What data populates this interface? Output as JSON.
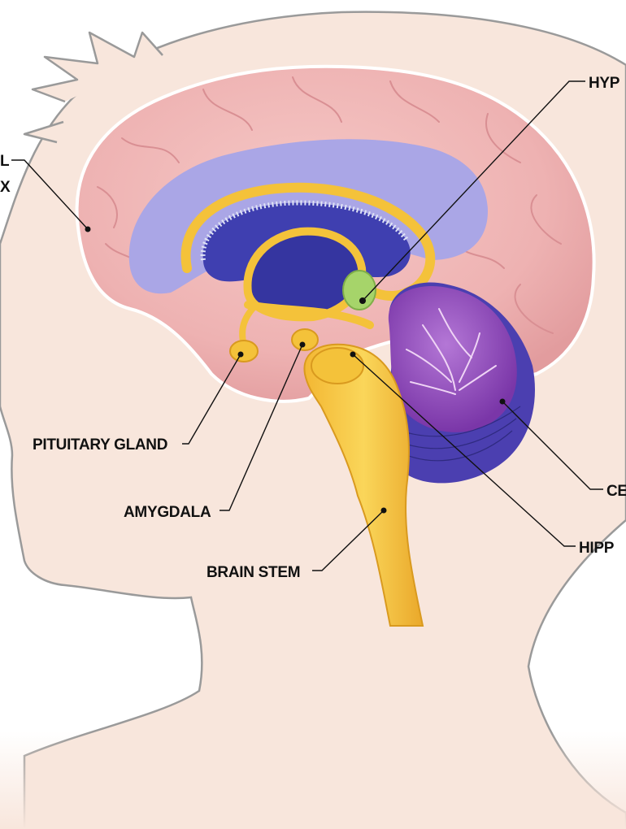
{
  "labels": {
    "cortex_top": "L",
    "cortex_bottom": "X",
    "hypothalamus": "HYP",
    "pituitary": "PITUITARY GLAND",
    "amygdala": "AMYGDALA",
    "brain_stem": "BRAIN STEM",
    "cerebellum": "CE",
    "hippocampus": "HIPP"
  },
  "colors": {
    "skin": "#f8e6dc",
    "outline": "#9a9a9a",
    "cortex": "#eeb2b2",
    "limbic": "#f4c23a",
    "ventricle_light": "#aaa6e6",
    "ventricle_dark": "#3f3fb0",
    "cerebellum": "#8a3fb0",
    "hypothalamus_green": "#a6d46a"
  }
}
